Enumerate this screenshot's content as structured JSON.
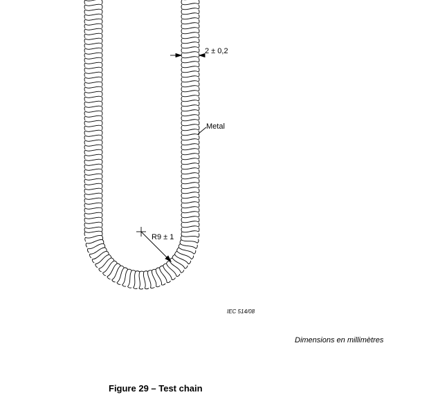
{
  "figure": {
    "caption": "Figure 29 – Test chain",
    "reference": "IEC  514/08",
    "units_note": "Dimensions en millimètres",
    "annotations": {
      "width": "2 ± 0,2",
      "material": "Metal",
      "radius": "R9 ± 1"
    }
  }
}
